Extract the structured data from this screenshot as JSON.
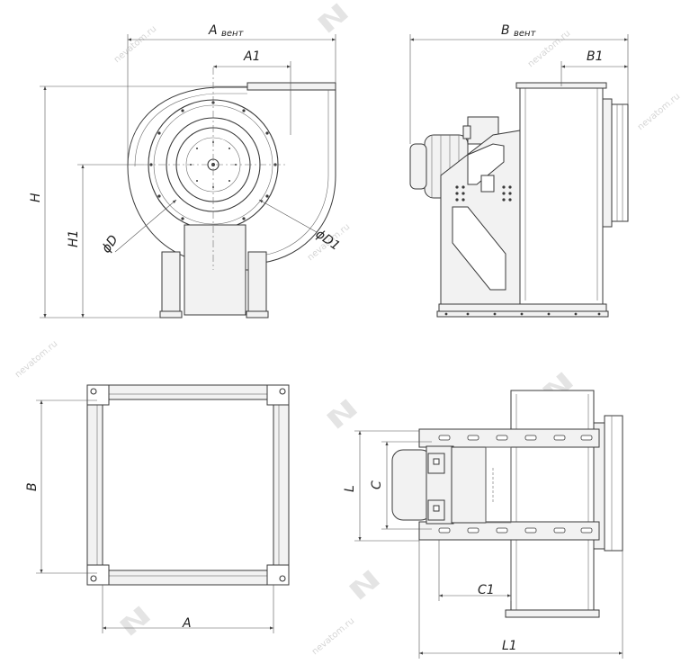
{
  "labels": {
    "a_vent_main": "A",
    "a_vent_sub": "вент",
    "a1": "A1",
    "b_vent_main": "B",
    "b_vent_sub": "вент",
    "b1": "B1",
    "h": "H",
    "h1": "H1",
    "phi_d": "ϕD",
    "phi_d1": "ϕD1",
    "b_outlet": "B",
    "a_outlet": "A",
    "l": "L",
    "c": "C",
    "c1": "C1",
    "l1": "L1"
  },
  "watermark": {
    "text": "nevatom.ru"
  },
  "colors": {
    "line": "#3a3a3a",
    "fill": "#f2f2f2",
    "watermark": "#d6d6d6"
  }
}
